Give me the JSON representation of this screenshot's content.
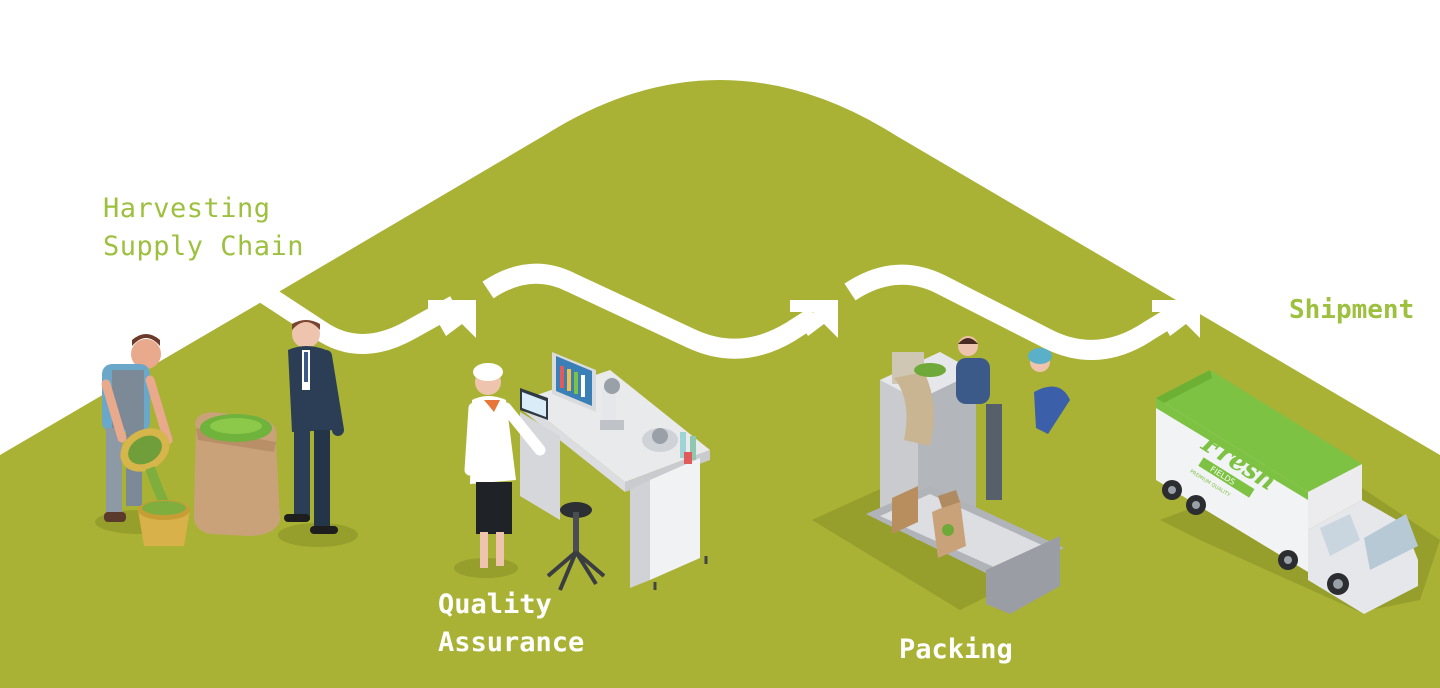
{
  "stages": {
    "harvesting": {
      "line1": "Harvesting",
      "line2": "Supply Chain"
    },
    "quality": {
      "line1": "Quality",
      "line2": "Assurance"
    },
    "packing": {
      "label": "Packing"
    },
    "shipment": {
      "label": "Shipment"
    }
  },
  "truck_logo": {
    "brand": "Fresh",
    "sub": "FIELDS",
    "tagline": "PREMIUM QUALITY"
  },
  "colors": {
    "background": "#ffffff",
    "hill": "#a9b235",
    "shadow": "#969e2c",
    "label_green": "#9dc03f",
    "truck_accent": "#7dc242"
  }
}
